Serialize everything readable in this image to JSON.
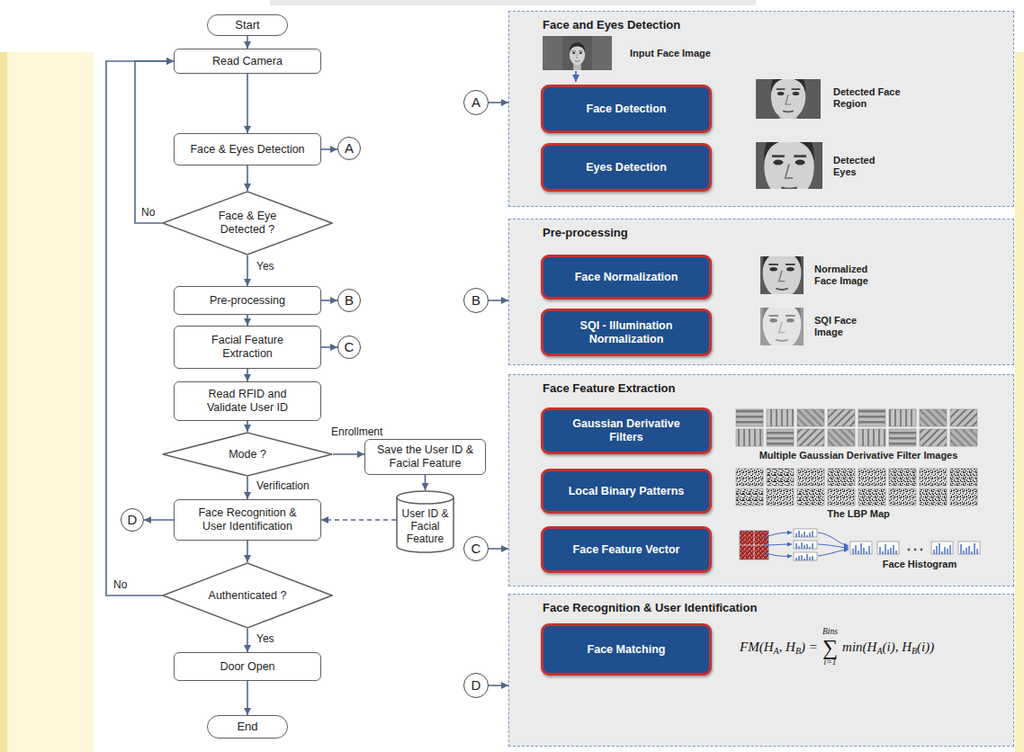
{
  "diagram": {
    "nodes": [
      {
        "text": [
          "Start"
        ]
      },
      {
        "text": [
          "Read Camera"
        ]
      },
      {
        "text": [
          "Face & Eyes Detection"
        ]
      },
      {
        "text": [
          "A"
        ]
      },
      {
        "text": [
          "Face & Eye Detected ?"
        ]
      },
      {
        "text": [
          "Pre-processing"
        ]
      },
      {
        "text": [
          "B"
        ]
      },
      {
        "text": [
          "Facial Feature Extraction"
        ]
      },
      {
        "text": [
          "C"
        ]
      },
      {
        "text": [
          "Read RFID and Validate User ID"
        ]
      },
      {
        "text": [
          "Mode ?"
        ]
      },
      {
        "text": [
          "Save the User ID & Facial Feature"
        ]
      },
      {
        "text": [
          "User ID & Facial Feature"
        ]
      },
      {
        "text": [
          "Face Recognition & User Identification"
        ]
      },
      {
        "text": [
          "D"
        ]
      },
      {
        "text": [
          "Authenticated ?"
        ]
      },
      {
        "text": [
          "Door Open"
        ]
      },
      {
        "text": [
          "End"
        ]
      },
      {
        "text": [
          "A"
        ]
      },
      {
        "text": [
          "Face and Eyes Detection"
        ]
      },
      {
        "text": [
          "Face Detection"
        ],
        "in": 19
      },
      {
        "text": [
          "Eyes Detection"
        ],
        "in": 19
      },
      {
        "text": [
          "B"
        ]
      },
      {
        "text": [
          "Pre-processing"
        ]
      },
      {
        "text": [
          "Face Normalization"
        ],
        "in": 23
      },
      {
        "text": [
          "SQI - Illumination Normalization"
        ],
        "in": 23
      },
      {
        "text": [
          "C"
        ]
      },
      {
        "text": [
          "Face Feature Extraction"
        ]
      },
      {
        "text": [
          "Gaussian Derivative Filters"
        ],
        "in": 27
      },
      {
        "text": [
          "Local Binary Patterns"
        ],
        "in": 27
      },
      {
        "text": [
          "Face Feature Vector"
        ],
        "in": 27
      },
      {
        "text": [
          "D"
        ]
      },
      {
        "text": [
          "Face Recognition & User Identification"
        ]
      },
      {
        "text": [
          "Face Matching"
        ],
        "in": 32
      }
    ],
    "edges": [
      {
        "from": 0,
        "to": 1,
        "arrow": "to"
      },
      {
        "from": 1,
        "to": 2,
        "arrow": "to"
      },
      {
        "from": 2,
        "to": 3,
        "arrow": "to"
      },
      {
        "from": 2,
        "to": 4,
        "arrow": "to"
      },
      {
        "from": 4,
        "to": 1,
        "label": "No",
        "arrow": "to"
      },
      {
        "from": 4,
        "to": 5,
        "label": "Yes",
        "arrow": "to"
      },
      {
        "from": 5,
        "to": 6,
        "arrow": "to"
      },
      {
        "from": 5,
        "to": 7,
        "arrow": "to"
      },
      {
        "from": 7,
        "to": 8,
        "arrow": "to"
      },
      {
        "from": 7,
        "to": 9,
        "arrow": "to"
      },
      {
        "from": 9,
        "to": 10,
        "arrow": "to"
      },
      {
        "from": 10,
        "to": 11,
        "label": "Enrollment",
        "arrow": "to"
      },
      {
        "from": 11,
        "to": 12,
        "arrow": "to"
      },
      {
        "from": 10,
        "to": 13,
        "label": "Verification",
        "arrow": "to"
      },
      {
        "from": 12,
        "to": 13,
        "arrow": "to"
      },
      {
        "from": 13,
        "to": 14,
        "arrow": "to"
      },
      {
        "from": 13,
        "to": 15,
        "arrow": "to"
      },
      {
        "from": 15,
        "to": 1,
        "label": "No",
        "arrow": "to"
      },
      {
        "from": 15,
        "to": 16,
        "label": "Yes",
        "arrow": "to"
      },
      {
        "from": 16,
        "to": 17,
        "arrow": "to"
      },
      {
        "from": 18,
        "to": 19,
        "arrow": "to"
      },
      {
        "from": 22,
        "to": 23,
        "arrow": "to"
      },
      {
        "from": 26,
        "to": 27,
        "arrow": "to"
      },
      {
        "from": 31,
        "to": 32,
        "arrow": "to"
      }
    ],
    "labels": [
      "Input Face Image",
      "Detected Face Region",
      "Detected Eyes",
      "Normalized Face Image",
      "SQI Face Image",
      "Multiple Gaussian Derivative Filter Images",
      "The LBP Map",
      "Face Histogram",
      "FM(H",
      "A",
      ", H",
      "B",
      ") =",
      "Bins",
      "∑",
      "i=1",
      "min(H",
      "A",
      "(i), H",
      "B",
      "(i))"
    ]
  }
}
